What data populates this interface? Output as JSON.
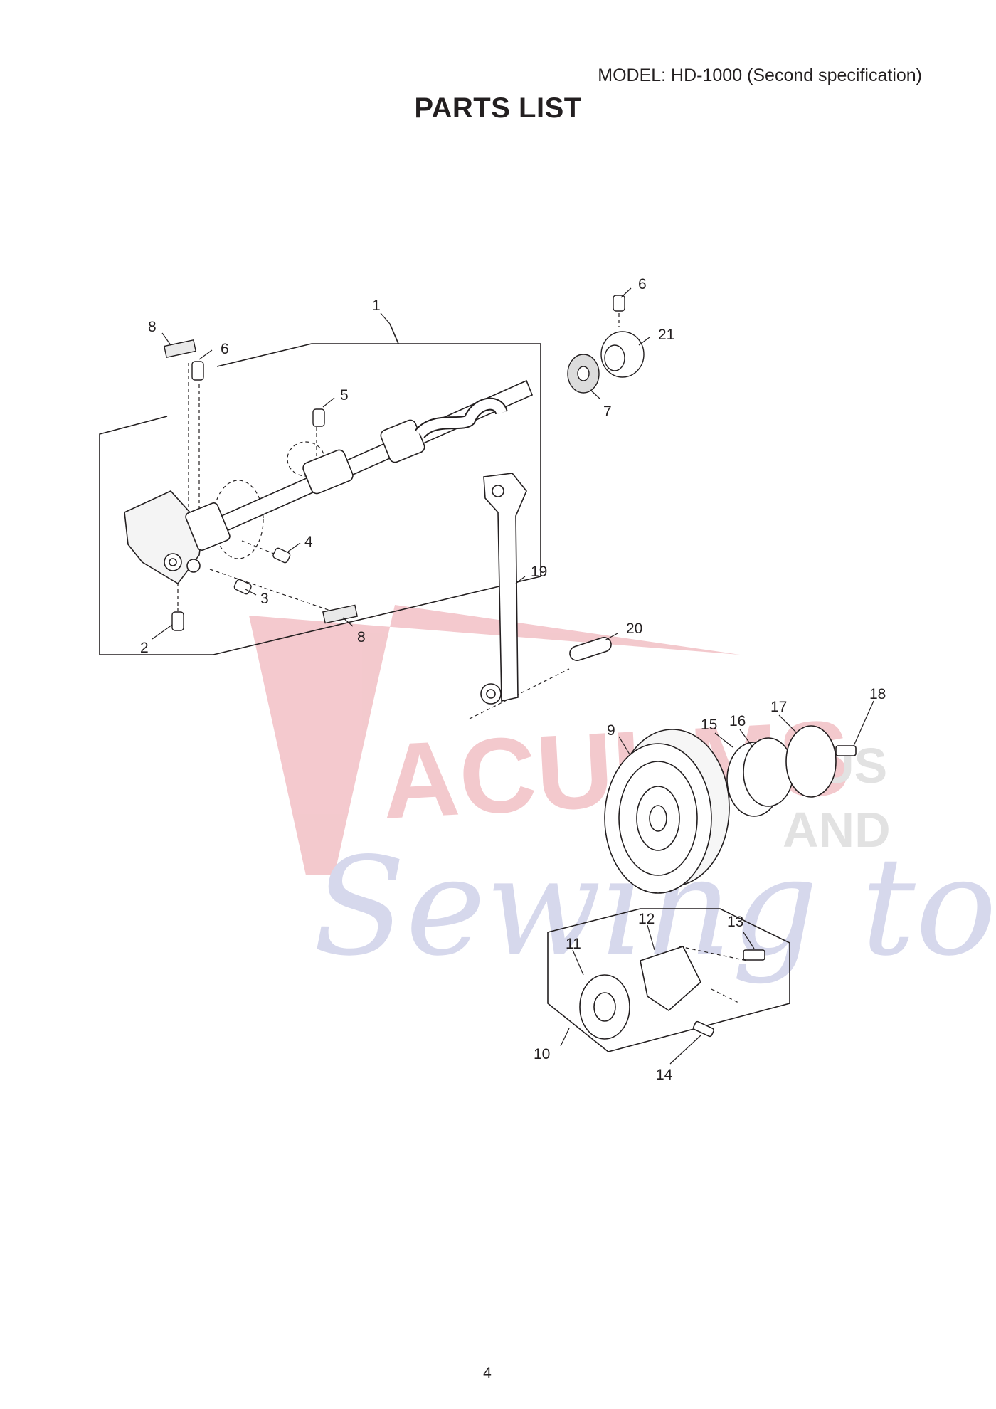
{
  "header": {
    "model": "MODEL: HD-1000 (Second specification)",
    "title": "PARTS LIST"
  },
  "watermark": {
    "line1": "ACUUMS",
    "line2": "Sewing too",
    "plus": "US",
    "and": "AND",
    "colors": {
      "red": "#f0b7bd",
      "blue": "#c9cbe6",
      "gray": "#d9d9d9"
    }
  },
  "callouts": [
    "1",
    "2",
    "3",
    "4",
    "5",
    "6",
    "6",
    "7",
    "8",
    "8",
    "9",
    "10",
    "11",
    "12",
    "13",
    "14",
    "15",
    "16",
    "17",
    "18",
    "19",
    "20",
    "21"
  ],
  "footer": {
    "page": "4"
  }
}
